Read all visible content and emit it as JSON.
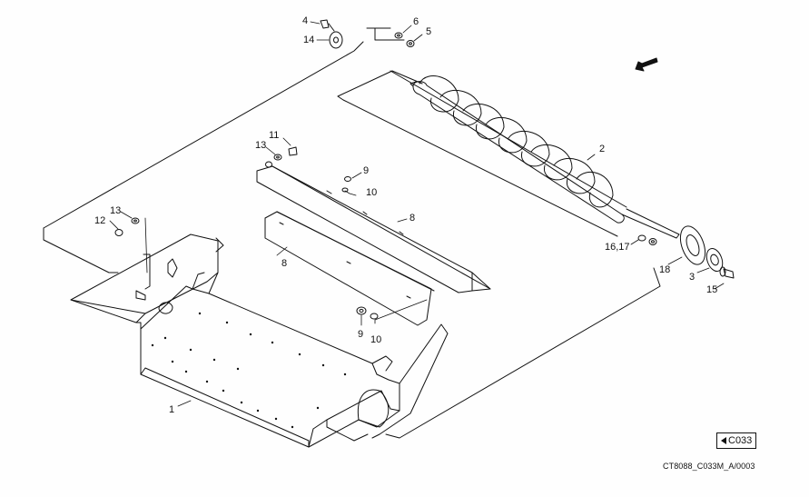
{
  "callouts": {
    "c4": "4",
    "c14": "14",
    "c6": "6",
    "c5": "5",
    "c11": "11",
    "c13a": "13",
    "c9a": "9",
    "c10a": "10",
    "c8a": "8",
    "c2": "2",
    "c13b": "13",
    "c12": "12",
    "c8b": "8",
    "c1617": "16,17",
    "c18": "18",
    "c3": "3",
    "c15": "15",
    "c9b": "9",
    "c10b": "10",
    "c1": "1"
  },
  "page_reference": "C033",
  "drawing_id": "CT8088_C033M_A/0003",
  "icons": {
    "direction": "arrow-icon",
    "page_ref": "triangle-left-icon"
  },
  "colors": {
    "line": "#111111",
    "paper": "#fefefe"
  }
}
